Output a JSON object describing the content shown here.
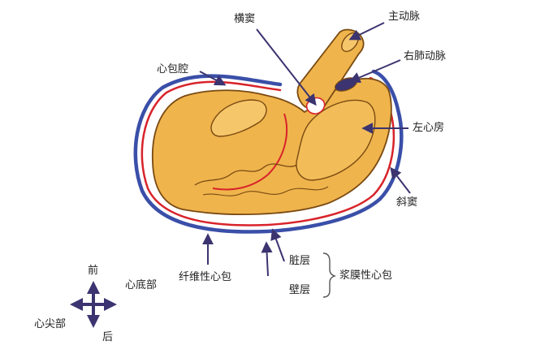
{
  "labels": {
    "aorta": "主动脉",
    "transverse_sinus": "横窦",
    "right_pulmonary_artery": "右肺动脉",
    "pericardial_cavity": "心包腔",
    "left_atrium": "左心房",
    "oblique_sinus": "斜窦",
    "fibrous_pericardium": "纤维性心包",
    "visceral_layer": "脏层",
    "parietal_layer": "壁层",
    "serous_pericardium": "浆膜性心包"
  },
  "orientation": {
    "anterior": "前",
    "posterior": "后",
    "base": "心底部",
    "apex": "心尖部"
  },
  "colors": {
    "fibrous_layer": "#3a4fa8",
    "serous_layer": "#d8232a",
    "heart_fill": "#efb44c",
    "heart_outline": "#7a4a12",
    "arrow": "#3b3470"
  }
}
